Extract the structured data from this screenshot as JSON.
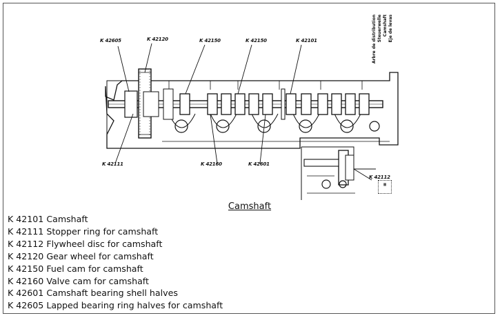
{
  "figure": {
    "callouts": {
      "k42605": "K 42605",
      "k42120": "K 42120",
      "k42150a": "K 42150",
      "k42150b": "K 42150",
      "k42101": "K 42101",
      "k42111": "K 42111",
      "k42160": "K 42160",
      "k42601": "K 42601",
      "k42112": "K 42112"
    },
    "vertical_title": [
      "Arbre de distribution",
      "Steuerwelle",
      "Camshaft",
      "Eje de levas"
    ]
  },
  "caption": "Camshaft",
  "parts": [
    "K 42101 Camshaft",
    "K 42111 Stopper ring for camshaft",
    "K 42112 Flywheel disc for camshaft",
    "K 42120 Gear wheel for camshaft",
    "K 42150 Fuel cam for camshaft",
    "K 42160 Valve cam for camshaft",
    "K 42601 Camshaft bearing shell halves",
    "K 42605 Lapped bearing ring halves for camshaft"
  ]
}
